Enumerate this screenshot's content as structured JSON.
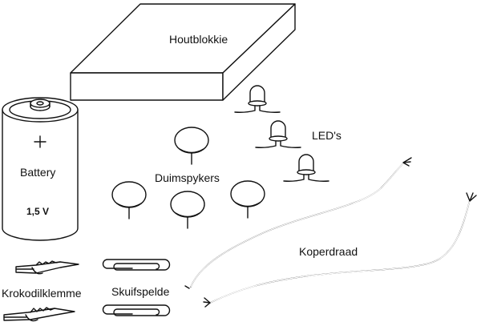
{
  "labels": {
    "block": "Houtblokkie",
    "battery": "Battery",
    "voltage": "1,5 V",
    "leds": "LED's",
    "pins": "Duimspykers",
    "wire": "Koperdraad",
    "clips": "Krokodilklemme",
    "paperclips": "Skuifspelde"
  }
}
